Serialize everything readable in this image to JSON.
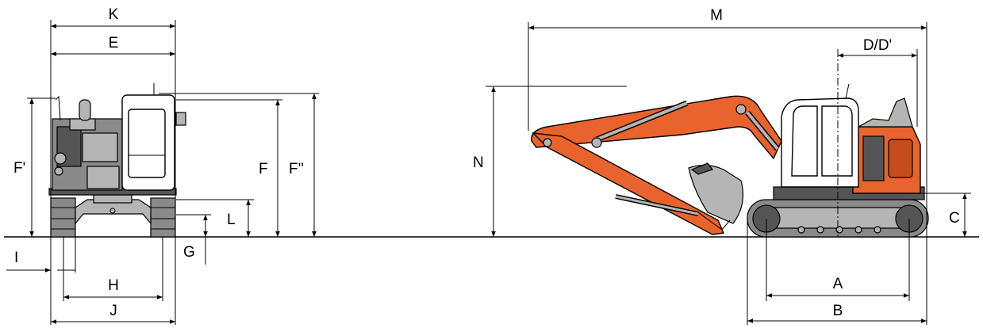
{
  "labels": {
    "K": "K",
    "E": "E",
    "F_prime": "F'",
    "F": "F",
    "F_double_prime": "F''",
    "L": "L",
    "G": "G",
    "I": "I",
    "H": "H",
    "J": "J",
    "M": "M",
    "D": "D/D'",
    "N": "N",
    "C": "C",
    "A": "A",
    "B": "B"
  }
}
